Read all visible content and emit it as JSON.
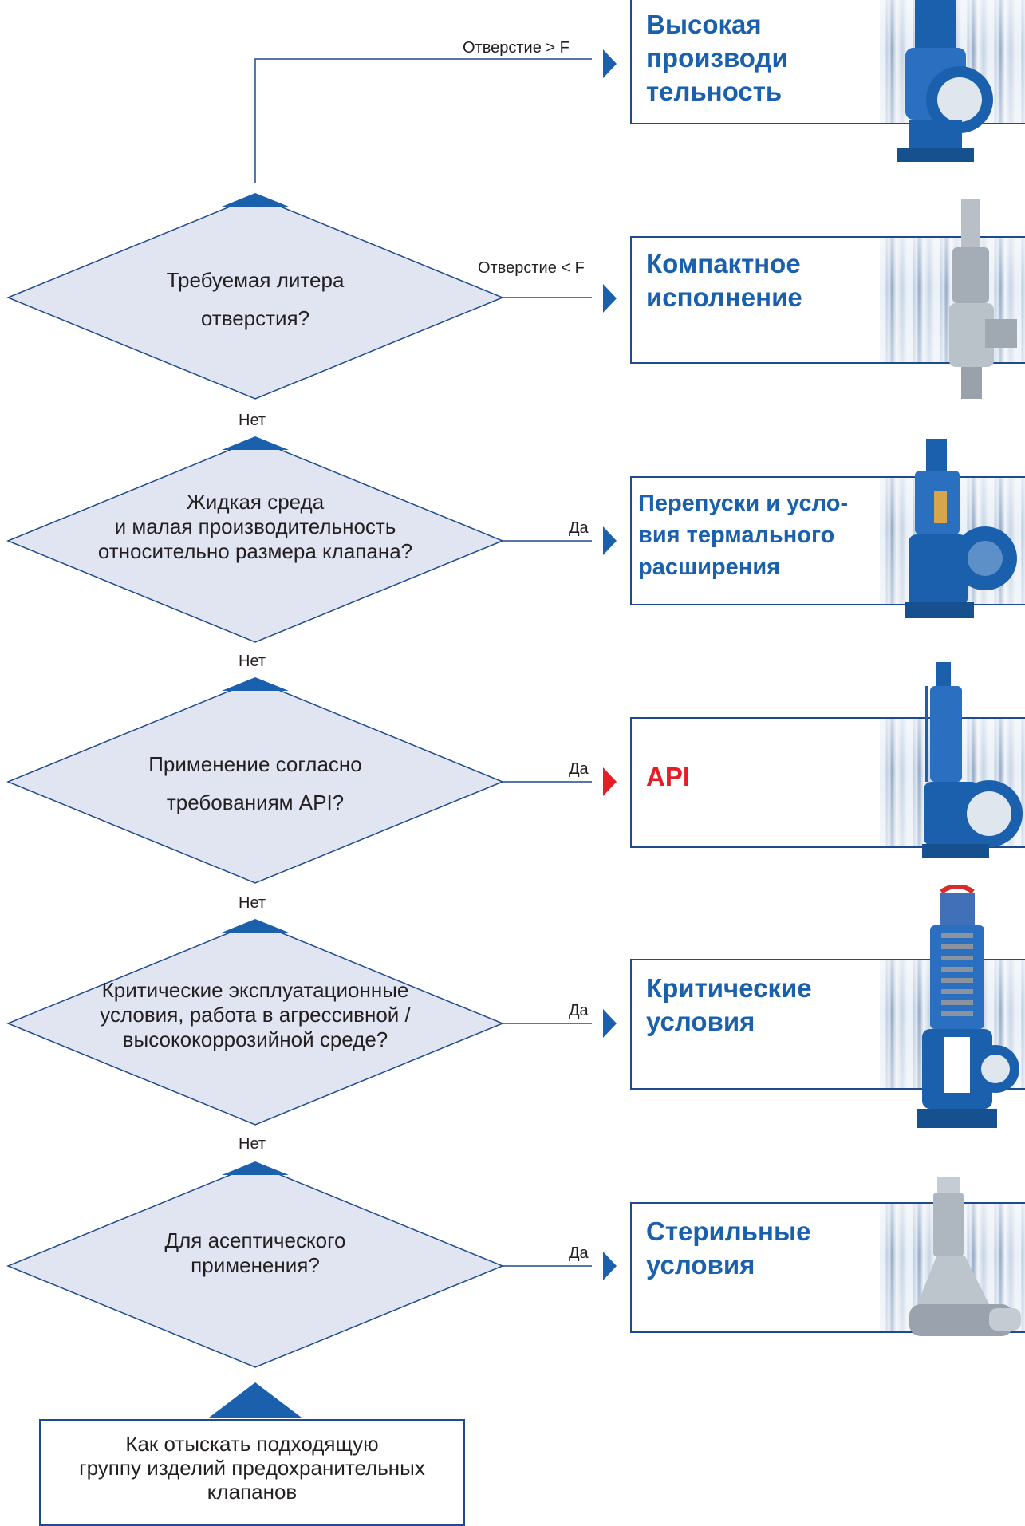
{
  "decisions": [
    {
      "text": "Требуемая литера\nотверстия?"
    },
    {
      "text": "Жидкая среда\nи малая производительность\nотносительно размера клапана?"
    },
    {
      "text": "Применение согласно\nтребованиям API?"
    },
    {
      "text": "Критические эксплуатационные\nусловия, работа в агрессивной /\nвысококоррозийной среде?"
    },
    {
      "text": "Для асептического\nприменения?"
    }
  ],
  "edges": {
    "orifice_gt": "Отверстие > F",
    "orifice_lt": "Отверстие < F",
    "no_1": "Нет",
    "no_2": "Нет",
    "no_3": "Нет",
    "no_4": "Нет",
    "yes_1": "Да",
    "yes_2": "Да",
    "yes_3": "Да",
    "yes_4": "Да"
  },
  "results": [
    {
      "title": "Высокая\nпроизводи\nтельность",
      "arrow_color": "#1a60ac",
      "title_color": "#1a60ac"
    },
    {
      "title": "Компактное\nисполнение",
      "arrow_color": "#1a60ac",
      "title_color": "#1a60ac"
    },
    {
      "title": "Перепуски и усло-\nвия термального\nрасширения",
      "arrow_color": "#1a60ac",
      "title_color": "#1a60ac"
    },
    {
      "title": "API",
      "arrow_color": "#e31e24",
      "title_color": "#e31e24"
    },
    {
      "title": "Критические\nусловия",
      "arrow_color": "#1a60ac",
      "title_color": "#1a60ac"
    },
    {
      "title": "Стерильные\nусловия",
      "arrow_color": "#1a60ac",
      "title_color": "#1a60ac"
    }
  ],
  "start": {
    "text": "Как отыскать подходящую\nгруппу изделий предохранительных\nклапанов"
  },
  "colors": {
    "diamond_fill": "#e1e4f1",
    "diamond_stroke": "#1f4b8c",
    "accent": "#1a60ac",
    "line": "#1f4b8c",
    "api_red": "#e31e24"
  }
}
